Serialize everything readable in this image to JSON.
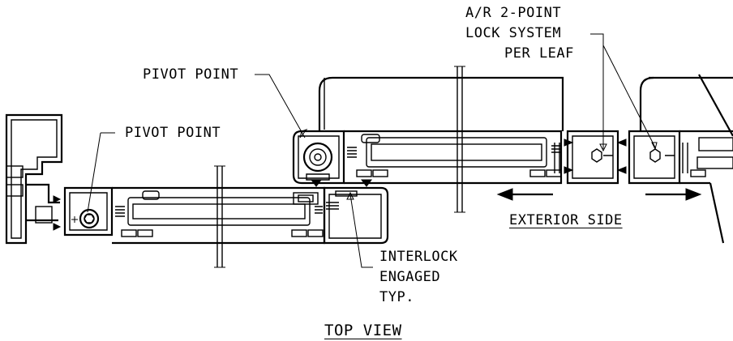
{
  "labels": {
    "lock_line1": "A/R 2-POINT",
    "lock_line2": "LOCK SYSTEM",
    "lock_line3": "PER LEAF",
    "pivot_upper": "PIVOT POINT",
    "pivot_lower": "PIVOT POINT",
    "exterior": "EXTERIOR SIDE",
    "interlock_line1": "INTERLOCK",
    "interlock_line2": "ENGAGED",
    "interlock_line3": "TYP.",
    "view_title": "TOP VIEW"
  }
}
